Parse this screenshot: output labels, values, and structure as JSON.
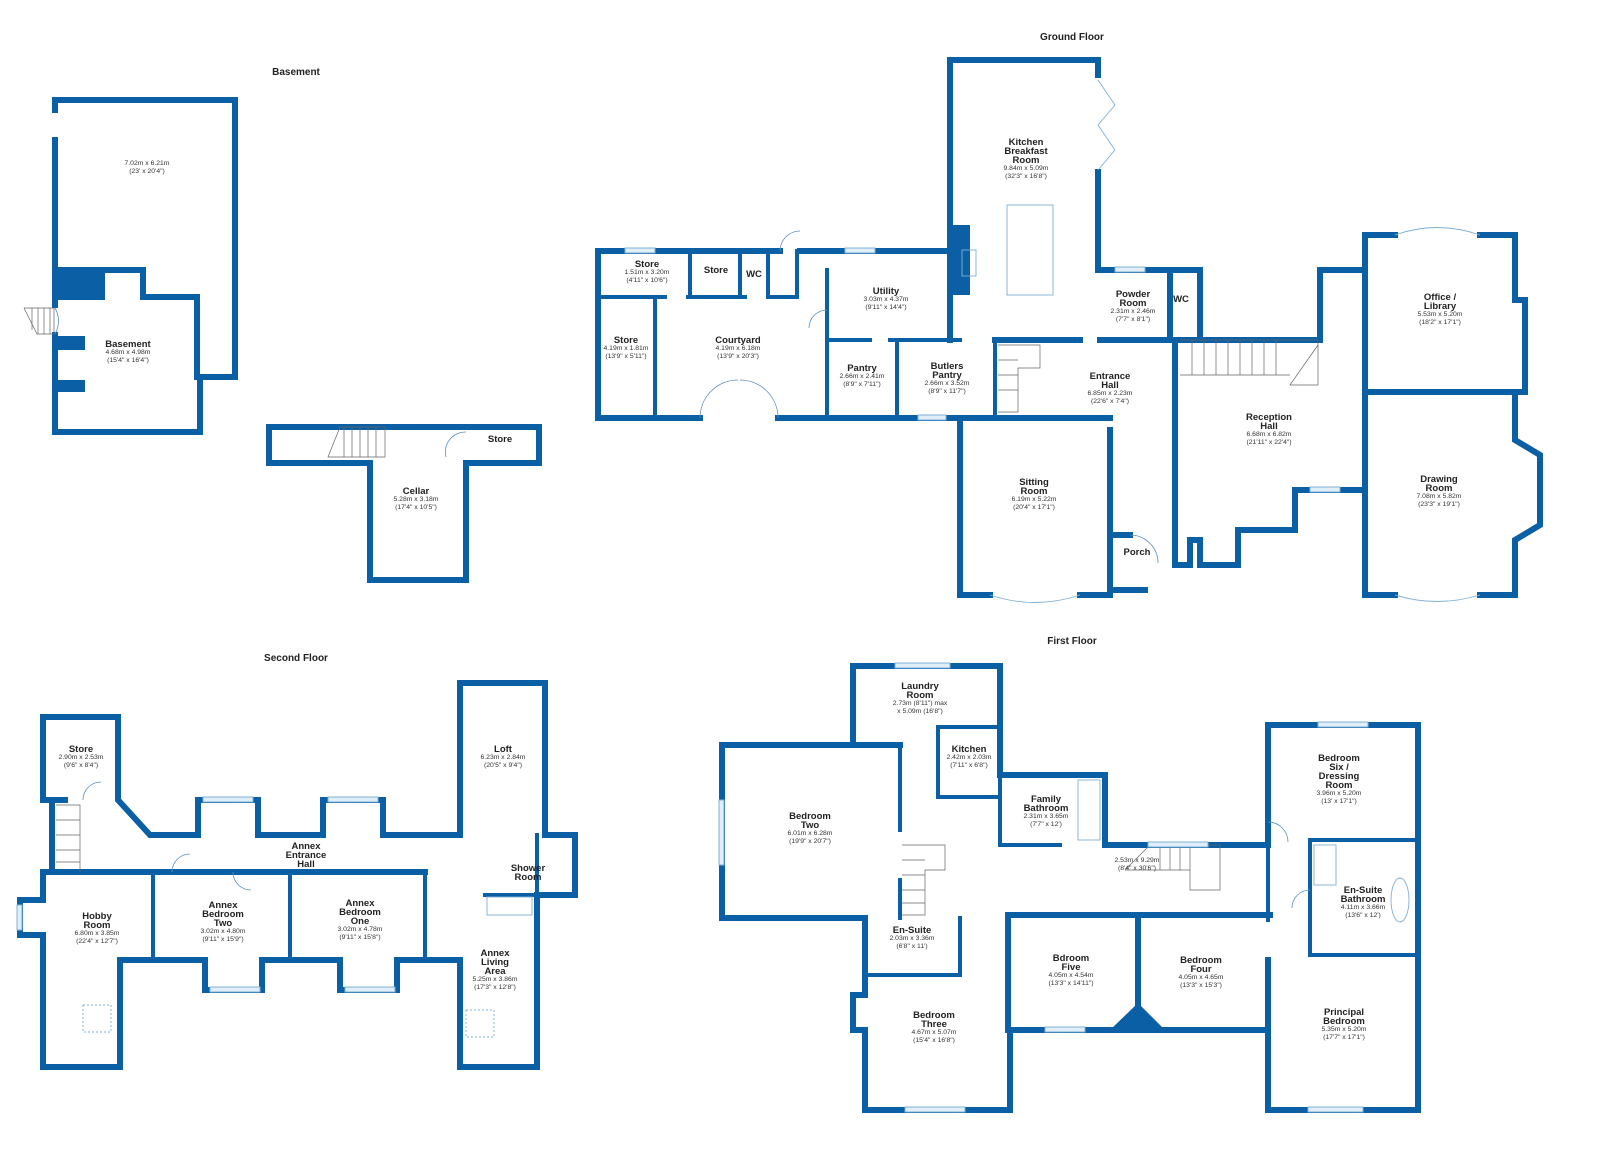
{
  "colors": {
    "wall": "#0b5fa5",
    "window": "#dfeef8",
    "background": "#ffffff"
  },
  "floors": {
    "basement": {
      "title": "Basement",
      "rooms": [
        {
          "name": "",
          "dims": "7.02m x 6.21m",
          "imperial": "(23' x 20'4\")"
        },
        {
          "name": "Basement",
          "dims": "4.68m x 4.98m",
          "imperial": "(15'4\" x 16'4\")"
        },
        {
          "name": "Cellar",
          "dims": "5.28m x 3.18m",
          "imperial": "(17'4\" x 10'5\")"
        },
        {
          "name": "Store",
          "dims": "",
          "imperial": ""
        }
      ]
    },
    "ground": {
      "title": "Ground Floor",
      "rooms": [
        {
          "name": "Store",
          "dims": "1.51m x 3.20m",
          "imperial": "(4'11\" x 10'6\")"
        },
        {
          "name": "Store",
          "dims": "",
          "imperial": ""
        },
        {
          "name": "WC",
          "dims": "",
          "imperial": ""
        },
        {
          "name": "Store",
          "dims": "4.19m x 1.81m",
          "imperial": "(13'9\" x 5'11\")"
        },
        {
          "name": "Courtyard",
          "dims": "4.19m x 6.18m",
          "imperial": "(13'9\" x 20'3\")"
        },
        {
          "name": "Utility",
          "dims": "3.03m x 4.37m",
          "imperial": "(9'11\" x 14'4\")"
        },
        {
          "name": "Pantry",
          "dims": "2.66m x 2.41m",
          "imperial": "(8'9\" x 7'11\")"
        },
        {
          "name": "Butlers\nPantry",
          "dims": "2.66m x 3.52m",
          "imperial": "(8'9\" x 11'7\")"
        },
        {
          "name": "Kitchen\nBreakfast\nRoom",
          "dims": "9.84m x 5.09m",
          "imperial": "(32'3\" x 16'8\")"
        },
        {
          "name": "Powder\nRoom",
          "dims": "2.31m x 2.46m",
          "imperial": "(7'7\" x 8'1\")"
        },
        {
          "name": "WC",
          "dims": "",
          "imperial": ""
        },
        {
          "name": "Entrance\nHall",
          "dims": "6.85m x 2.23m",
          "imperial": "(22'6\" x 7'4\")"
        },
        {
          "name": "Reception\nHall",
          "dims": "6.68m x 6.82m",
          "imperial": "(21'11\" x 22'4\")"
        },
        {
          "name": "Office /\nLibrary",
          "dims": "5.53m x 5.20m",
          "imperial": "(18'2\" x 17'1\")"
        },
        {
          "name": "Drawing\nRoom",
          "dims": "7.08m x 5.82m",
          "imperial": "(23'3\" x 19'1\")"
        },
        {
          "name": "Sitting\nRoom",
          "dims": "6.19m x 5.22m",
          "imperial": "(20'4\" x 17'1\")"
        },
        {
          "name": "Porch",
          "dims": "",
          "imperial": ""
        }
      ]
    },
    "second": {
      "title": "Second Floor",
      "rooms": [
        {
          "name": "Store",
          "dims": "2.90m x 2.53m",
          "imperial": "(9'6\" x 8'4\")"
        },
        {
          "name": "Loft",
          "dims": "6.23m x 2.84m",
          "imperial": "(20'5\" x 9'4\")"
        },
        {
          "name": "Annex\nEntrance\nHall",
          "dims": "",
          "imperial": ""
        },
        {
          "name": "Shower\nRoom",
          "dims": "",
          "imperial": ""
        },
        {
          "name": "Hobby\nRoom",
          "dims": "6.80m x 3.85m",
          "imperial": "(22'4\" x 12'7\")"
        },
        {
          "name": "Annex\nBedroom\nTwo",
          "dims": "3.02m x 4.80m",
          "imperial": "(9'11\" x 15'9\")"
        },
        {
          "name": "Annex\nBedroom\nOne",
          "dims": "3.02m x 4.78m",
          "imperial": "(9'11\" x 15'8\")"
        },
        {
          "name": "Annex\nLiving\nArea",
          "dims": "5.25m x 3.86m",
          "imperial": "(17'3\" x 12'8\")"
        }
      ]
    },
    "first": {
      "title": "First Floor",
      "rooms": [
        {
          "name": "Laundry\nRoom",
          "dims": "2.73m (8'11\") max",
          "imperial": "x 5.09m (16'8\")"
        },
        {
          "name": "Kitchen",
          "dims": "2.42m x 2.03m",
          "imperial": "(7'11\" x 6'8\")"
        },
        {
          "name": "Bedroom\nTwo",
          "dims": "6.01m x 6.28m",
          "imperial": "(19'9\" x 20'7\")"
        },
        {
          "name": "Family\nBathroom",
          "dims": "2.31m x 3.65m",
          "imperial": "(7'7\" x 12')"
        },
        {
          "name": "",
          "dims": "2.53m x 9.29m",
          "imperial": "(8'4\" x 30'6\")"
        },
        {
          "name": "Bedroom\nSix /\nDressing\nRoom",
          "dims": "3.96m x 5.20m",
          "imperial": "(13' x 17'1\")"
        },
        {
          "name": "En-Suite\nBathroom",
          "dims": "4.11m x 3.66m",
          "imperial": "(13'6\" x 12')"
        },
        {
          "name": "En-Suite",
          "dims": "2.03m x 3.36m",
          "imperial": "(6'8\" x 11')"
        },
        {
          "name": "Bdroom\nFive",
          "dims": "4.05m x 4.54m",
          "imperial": "(13'3\" x 14'11\")"
        },
        {
          "name": "Bedroom\nFour",
          "dims": "4.05m x 4.65m",
          "imperial": "(13'3\" x 15'3\")"
        },
        {
          "name": "Bedroom\nThree",
          "dims": "4.67m x 5.07m",
          "imperial": "(15'4\" x 16'8\")"
        },
        {
          "name": "Principal\nBedroom",
          "dims": "5.35m x 5.20m",
          "imperial": "(17'7\" x 17'1\")"
        }
      ]
    }
  }
}
